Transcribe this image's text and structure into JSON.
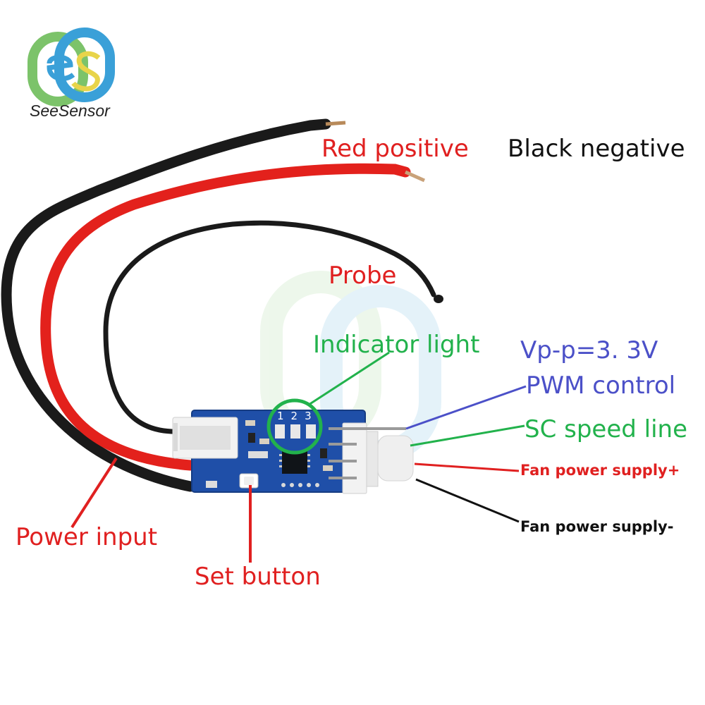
{
  "brand": {
    "name": "SeeSensor",
    "logo_icon": "seesensor-logo-icon",
    "colors": {
      "ring_green": "#7cc36a",
      "ring_blue": "#3aa0d8",
      "ring_yellow": "#e8d44a"
    }
  },
  "labels": {
    "red_positive": "Red positive",
    "black_negative": "Black negative",
    "probe": "Probe",
    "indicator_light": "Indicator light",
    "vpp": "Vp-p=3. 3V",
    "pwm_control": "PWM control",
    "sc_speed_line": "SC speed line",
    "fan_power_plus": "Fan power supply+",
    "fan_power_minus": "Fan power supply-",
    "power_input": "Power input",
    "set_button": "Set button"
  },
  "board": {
    "indicator_numbers": "123",
    "pcb_color": "#1f4fa8",
    "connector_color": "#f2f2f2"
  },
  "colors": {
    "red": "#e02020",
    "black": "#111111",
    "green": "#22b24c",
    "blue": "#4b50c8"
  }
}
